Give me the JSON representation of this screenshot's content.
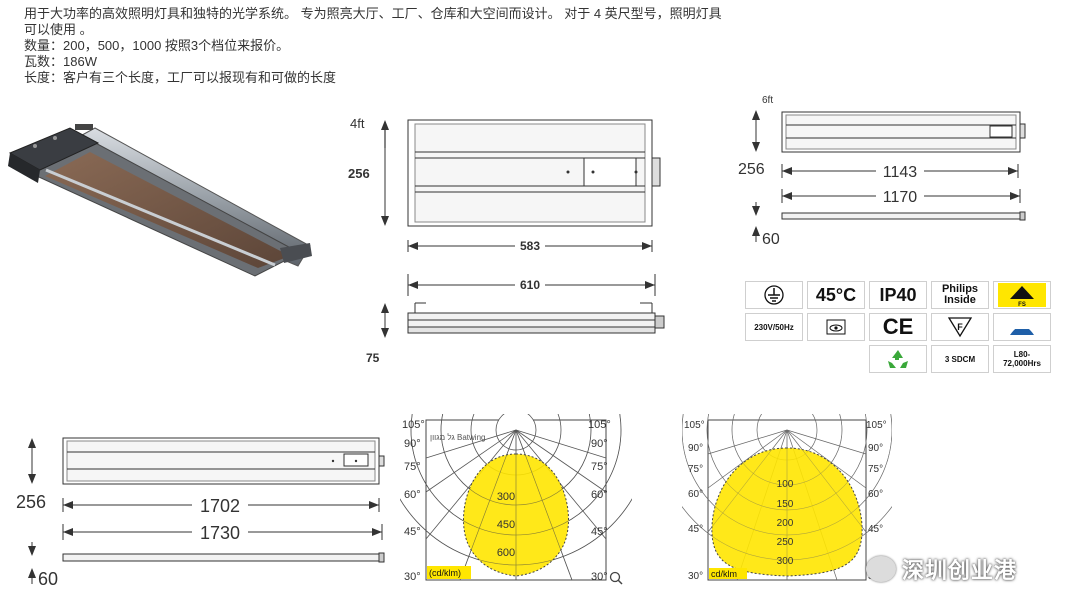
{
  "intro": {
    "line1": "用于大功率的高效照明灯具和独特的光学系统。  专为照亮大厅、工厂、仓库和大空间而设计。 对于 4 英尺型号，照明灯具",
    "line2": "可以使用 。",
    "line3": "数量：200，500，1000 按照3个档位来报价。",
    "line4": "瓦数：186W",
    "line5": "长度：客户有三个长度，工厂可以报现有和可做的长度"
  },
  "diagram_4ft": {
    "label": "4ft",
    "height": "256",
    "inner_length": "583",
    "outer_length": "610",
    "side_height": "75"
  },
  "diagram_6ft": {
    "label": "6ft",
    "height": "256",
    "inner_length": "1143",
    "outer_length": "1170",
    "side_height": "60"
  },
  "diagram_long": {
    "height": "256",
    "inner_length": "1702",
    "outer_length": "1730",
    "side_height": "60"
  },
  "cert_icons": {
    "temp": "45°C",
    "ip": "IP40",
    "philips_1": "Philips",
    "philips_2": "Inside",
    "fs": "FS",
    "voltage": "230V/50Hz",
    "ce": "CE",
    "f_mark": "F",
    "sdcm": "3 SDCM",
    "l80_1": "L80-",
    "l80_2": "72,000Hrs",
    "colors": {
      "yellow": "#ffe600",
      "recycle_green": "#3aa83a",
      "nom_blue": "#1f5fa8"
    }
  },
  "polar_left": {
    "angles_left": [
      "105°",
      "90°",
      "75°",
      "60°",
      "45°",
      "30°"
    ],
    "angles_right": [
      "105°",
      "90°",
      "75°",
      "60°",
      "45°",
      "30°"
    ],
    "values": [
      "300",
      "450",
      "600"
    ],
    "unit": "(cd/klm)",
    "caption": "גל מגוון Batwing"
  },
  "polar_right": {
    "angles_left": [
      "105°",
      "90°",
      "75°",
      "60°",
      "45°",
      "30°"
    ],
    "angles_right": [
      "105°",
      "90°",
      "75°",
      "60°",
      "45°",
      "30°"
    ],
    "values": [
      "100",
      "150",
      "200",
      "250",
      "300"
    ],
    "unit": "cd/klm"
  },
  "watermark": {
    "text": "深圳创业港"
  },
  "zoom_icon": "magnifier-icon"
}
